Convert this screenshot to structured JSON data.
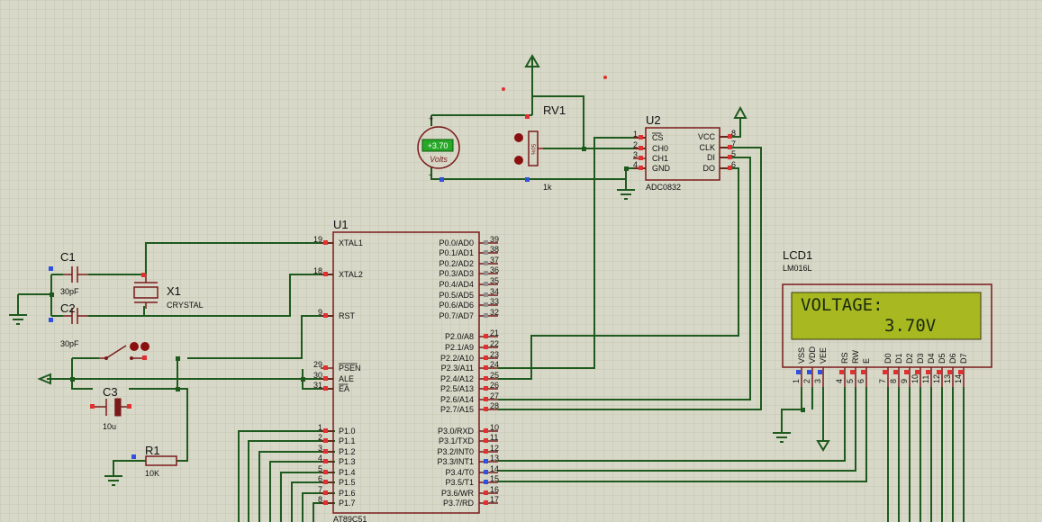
{
  "components": {
    "u1": {
      "ref": "U1",
      "part": "AT89C51"
    },
    "u2": {
      "ref": "U2",
      "part": "ADC0832"
    },
    "lcd": {
      "ref": "LCD1",
      "part": "LM016L",
      "line1": "VOLTAGE:",
      "line2": "3.70V"
    },
    "rv1": {
      "ref": "RV1",
      "value": "1k"
    },
    "voltmeter": {
      "reading": "+3.70",
      "unit": "Volts",
      "plus": "+",
      "minus": "-"
    },
    "c1": {
      "ref": "C1",
      "value": "30pF"
    },
    "c2": {
      "ref": "C2",
      "value": "30pF"
    },
    "c3": {
      "ref": "C3",
      "value": "10u"
    },
    "r1": {
      "ref": "R1",
      "value": "10K"
    },
    "x1": {
      "ref": "X1",
      "part": "CRYSTAL"
    }
  },
  "u1_left_pins": [
    {
      "num": "19",
      "name": "XTAL1"
    },
    {
      "num": "18",
      "name": "XTAL2"
    },
    {
      "num": "9",
      "name": "RST"
    },
    {
      "num": "29",
      "name": "PSEN"
    },
    {
      "num": "30",
      "name": "ALE"
    },
    {
      "num": "31",
      "name": "EA"
    },
    {
      "num": "1",
      "name": "P1.0"
    },
    {
      "num": "2",
      "name": "P1.1"
    },
    {
      "num": "3",
      "name": "P1.2"
    },
    {
      "num": "4",
      "name": "P1.3"
    },
    {
      "num": "5",
      "name": "P1.4"
    },
    {
      "num": "6",
      "name": "P1.5"
    },
    {
      "num": "7",
      "name": "P1.6"
    },
    {
      "num": "8",
      "name": "P1.7"
    }
  ],
  "u1_right_pins": [
    {
      "num": "39",
      "name": "P0.0/AD0"
    },
    {
      "num": "38",
      "name": "P0.1/AD1"
    },
    {
      "num": "37",
      "name": "P0.2/AD2"
    },
    {
      "num": "36",
      "name": "P0.3/AD3"
    },
    {
      "num": "35",
      "name": "P0.4/AD4"
    },
    {
      "num": "34",
      "name": "P0.5/AD5"
    },
    {
      "num": "33",
      "name": "P0.6/AD6"
    },
    {
      "num": "32",
      "name": "P0.7/AD7"
    },
    {
      "num": "21",
      "name": "P2.0/A8"
    },
    {
      "num": "22",
      "name": "P2.1/A9"
    },
    {
      "num": "23",
      "name": "P2.2/A10"
    },
    {
      "num": "24",
      "name": "P2.3/A11"
    },
    {
      "num": "25",
      "name": "P2.4/A12"
    },
    {
      "num": "26",
      "name": "P2.5/A13"
    },
    {
      "num": "27",
      "name": "P2.6/A14"
    },
    {
      "num": "28",
      "name": "P2.7/A15"
    },
    {
      "num": "10",
      "name": "P3.0/RXD"
    },
    {
      "num": "11",
      "name": "P3.1/TXD"
    },
    {
      "num": "12",
      "name": "P3.2/INT0"
    },
    {
      "num": "13",
      "name": "P3.3/INT1"
    },
    {
      "num": "14",
      "name": "P3.4/T0"
    },
    {
      "num": "15",
      "name": "P3.5/T1"
    },
    {
      "num": "16",
      "name": "P3.6/WR"
    },
    {
      "num": "17",
      "name": "P3.7/RD"
    }
  ],
  "u2_left_pins": [
    {
      "num": "1",
      "name": "CS"
    },
    {
      "num": "2",
      "name": "CH0"
    },
    {
      "num": "3",
      "name": "CH1"
    },
    {
      "num": "4",
      "name": "GND"
    }
  ],
  "u2_right_pins": [
    {
      "num": "8",
      "name": "VCC"
    },
    {
      "num": "7",
      "name": "CLK"
    },
    {
      "num": "5",
      "name": "DI"
    },
    {
      "num": "6",
      "name": "DO"
    }
  ],
  "lcd_pins": [
    {
      "num": "1",
      "name": "VSS"
    },
    {
      "num": "2",
      "name": "VDD"
    },
    {
      "num": "3",
      "name": "VEE"
    },
    {
      "num": "4",
      "name": "RS"
    },
    {
      "num": "5",
      "name": "RW"
    },
    {
      "num": "6",
      "name": "E"
    },
    {
      "num": "7",
      "name": "D0"
    },
    {
      "num": "8",
      "name": "D1"
    },
    {
      "num": "9",
      "name": "D2"
    },
    {
      "num": "10",
      "name": "D3"
    },
    {
      "num": "11",
      "name": "D4"
    },
    {
      "num": "12",
      "name": "D5"
    },
    {
      "num": "13",
      "name": "D6"
    },
    {
      "num": "14",
      "name": "D7"
    }
  ],
  "colors": {
    "wire": "#1e5a1e",
    "body": "#7a1a1a",
    "background": "#d8d8c8",
    "lcd_screen": "#a8b820",
    "pin_red": "#e03030",
    "pin_blue": "#3050e0"
  }
}
